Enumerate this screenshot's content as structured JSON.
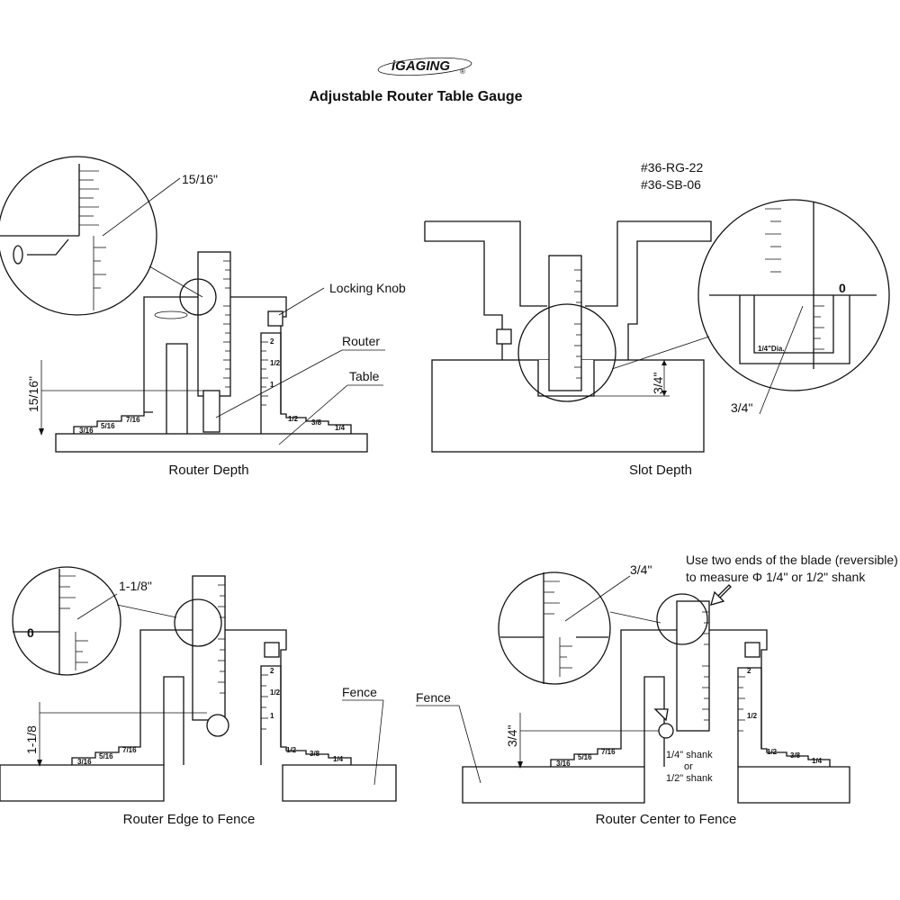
{
  "header": {
    "brand": "iGAGING",
    "registered": "®",
    "title": "Adjustable Router Table Gauge",
    "models": [
      "#36-RG-22",
      "#36-SB-06"
    ]
  },
  "panels": {
    "router_depth": {
      "caption": "Router Depth",
      "callout": "15/16\"",
      "dimension": "15/16\"",
      "labels": {
        "locking_knob": "Locking Knob",
        "router": "Router",
        "table": "Table"
      }
    },
    "slot_depth": {
      "caption": "Slot Depth",
      "dimension": "3/4\"",
      "callout": "3/4\"",
      "dia_label": "1/4\"Dia."
    },
    "router_edge": {
      "caption": "Router Edge to Fence",
      "callout": "1-1/8\"",
      "dimension": "1-1/8",
      "labels": {
        "fence": "Fence"
      }
    },
    "router_center": {
      "caption": "Router Center to Fence",
      "callout": "3/4\"",
      "dimension": "3/4\"",
      "labels": {
        "fence": "Fence"
      },
      "note_line1": "Use two ends of the blade (reversible)",
      "note_line2": "to measure Φ 1/4\" or 1/2\" shank",
      "shank_1": "1/4\" shank",
      "shank_or": "or",
      "shank_2": "1/2\" shank"
    }
  },
  "step_labels": [
    "3/16",
    "5/16",
    "7/16",
    "1/2",
    "3/8",
    "1/4"
  ],
  "scale_marks": [
    "1/2",
    "1",
    "1/2",
    "2"
  ]
}
